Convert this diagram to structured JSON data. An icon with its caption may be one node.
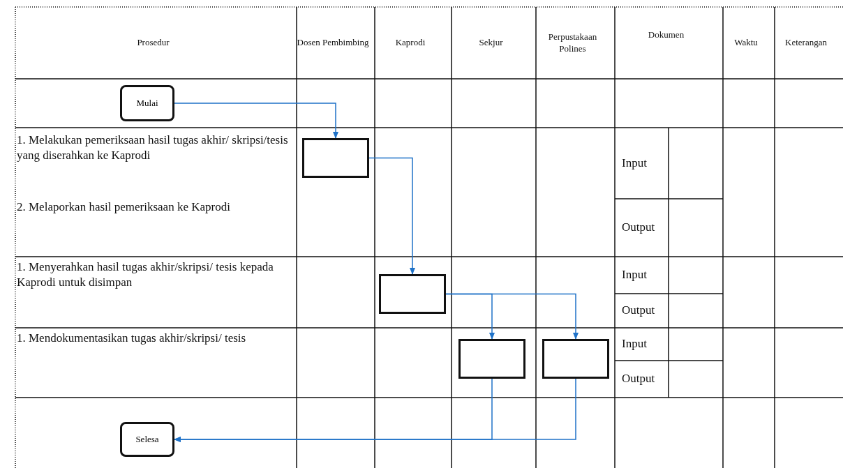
{
  "diagram": {
    "nodes": [
      {
        "text": [
          "Mulai"
        ]
      },
      {
        "text": [],
        "shape": "box"
      },
      {
        "text": [],
        "shape": "box"
      },
      {
        "text": [],
        "shape": "box"
      },
      {
        "text": [],
        "shape": "box"
      },
      {
        "text": [
          "Selesa"
        ]
      }
    ],
    "edges": [
      {
        "from": 0,
        "to": 1,
        "arrow": "to"
      },
      {
        "from": 1,
        "to": 2,
        "arrow": "to"
      },
      {
        "from": 2,
        "to": 3,
        "arrow": "to"
      },
      {
        "from": 2,
        "to": 4,
        "arrow": "to"
      },
      {
        "from": 3,
        "to": 5,
        "arrow": "to"
      },
      {
        "from": 4,
        "to": 5,
        "arrow": "to"
      }
    ],
    "labels": [
      "Prosedur",
      "Dosen Pembimbing",
      "Kaprodi",
      "Sekjur",
      "Perpustakaan Polines",
      "Dokumen",
      "Waktu",
      "Keterangan",
      "1. Melakukan pemeriksaan hasil tugas akhir/ skripsi/tesis yang diserahkan ke Kaprodi",
      "Input",
      "2. Melaporkan hasil pemeriksaan ke Kaprodi",
      "Output",
      "1. Menyerahkan hasil tugas akhir/skripsi/ tesis kepada Kaprodi untuk disimpan",
      "Input",
      "Output",
      "1. Mendokumentasikan tugas akhir/skripsi/ tesis",
      "Input",
      "Output"
    ]
  }
}
